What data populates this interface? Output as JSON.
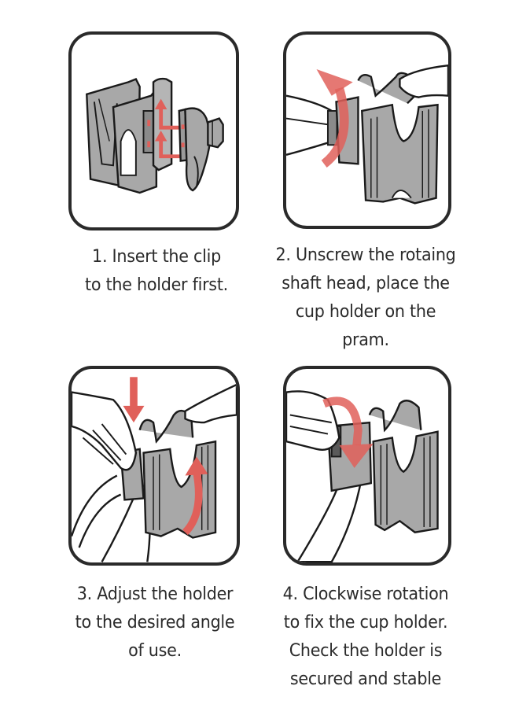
{
  "colors": {
    "border": "#2a2a2a",
    "holder_gray": "#a8a8a8",
    "arrow_red": "#e0605a",
    "text": "#2b2b2b",
    "background": "#ffffff"
  },
  "steps": [
    {
      "number": "1",
      "illustration": "clip-inserted-into-cup-holder-with-up-arrows",
      "caption_lines": [
        "1. Insert the clip",
        "to the holder first."
      ]
    },
    {
      "number": "2",
      "illustration": "unscrew-shaft-head-counterclockwise-arrow",
      "caption_lines": [
        "2. Unscrew the rotaing",
        "shaft head, place the",
        "cup holder on the",
        "pram."
      ]
    },
    {
      "number": "3",
      "illustration": "hands-adjusting-holder-angle-down-and-curved-arrows",
      "caption_lines": [
        "3.  Adjust the holder",
        "to the desired angle",
        "of use."
      ]
    },
    {
      "number": "4",
      "illustration": "clockwise-rotation-arrow-fix-holder",
      "caption_lines": [
        "4. Clockwise rotation",
        "to fix the cup holder.",
        "Check the holder is",
        "secured and stable"
      ]
    }
  ]
}
